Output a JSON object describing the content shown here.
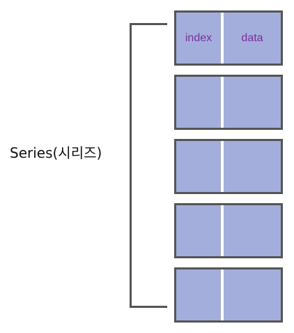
{
  "series_label": "Series(시리즈)",
  "rows": [
    {
      "index_label": "index",
      "data_label": "data"
    },
    {
      "index_label": "",
      "data_label": ""
    },
    {
      "index_label": "",
      "data_label": ""
    },
    {
      "index_label": "",
      "data_label": ""
    },
    {
      "index_label": "",
      "data_label": ""
    }
  ],
  "colors": {
    "cell_fill": "#a3aedc",
    "border": "#555555",
    "label_text": "#7a2e9e"
  }
}
